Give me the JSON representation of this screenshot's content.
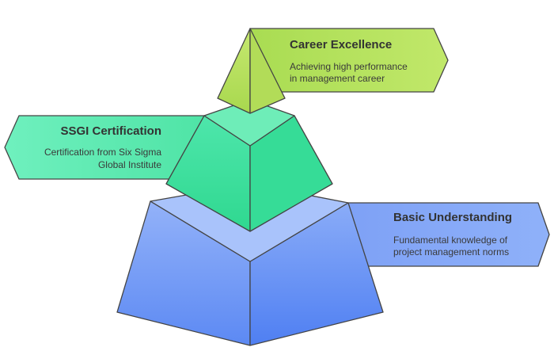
{
  "diagram": {
    "levels": [
      {
        "id": "top",
        "title": "Career Excellence",
        "description_lines": [
          "Achieving high performance",
          "in management career"
        ],
        "color": "#b5e05a"
      },
      {
        "id": "middle",
        "title": "SSGI Certification",
        "description_lines": [
          "Certification from Six Sigma",
          "Global Institute"
        ],
        "color": "#44e0a0"
      },
      {
        "id": "bottom",
        "title": "Basic Understanding",
        "description_lines": [
          "Fundamental knowledge of",
          "project management norms"
        ],
        "color": "#6f9cf6"
      }
    ]
  }
}
